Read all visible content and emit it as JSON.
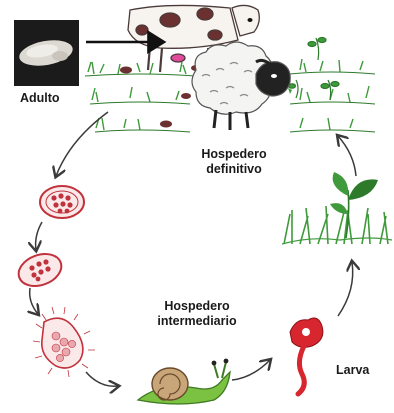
{
  "labels": {
    "adult": "Adulto",
    "definitive_host_line1": "Hospedero",
    "definitive_host_line2": "definitivo",
    "intermediate_host_line1": "Hospedero",
    "intermediate_host_line2": "intermediario",
    "larva": "Larva"
  },
  "colors": {
    "cycle_arrow": "#3a3a3a",
    "grass": "#3f9a3b",
    "snail_green": "#7cc242",
    "larva_red": "#d8262e",
    "egg_red": "#c0333c",
    "cow_spot": "#6b3030",
    "udder_pink": "#e04a9a"
  },
  "icons": [
    "adult-fluke-photo",
    "cow-illustration",
    "sheep-illustration",
    "egg-illustration",
    "miracidium-illustration",
    "sporocyst-illustration",
    "snail-illustration",
    "larva-illustration",
    "grass-illustration"
  ]
}
